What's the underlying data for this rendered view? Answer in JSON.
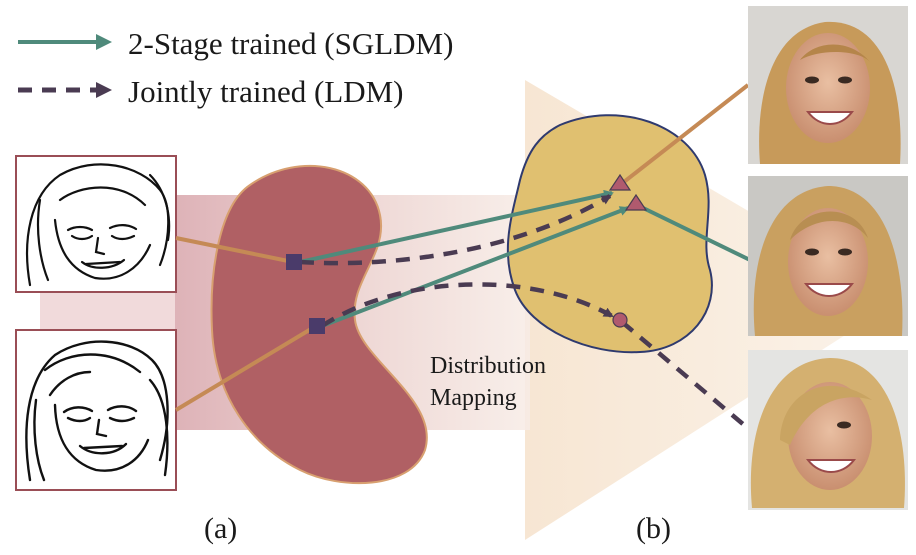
{
  "legend": {
    "items": [
      {
        "label": "2-Stage trained (SGLDM)",
        "style": "solid",
        "color": "#4f8a7b"
      },
      {
        "label": "Jointly trained (LDM)",
        "style": "dashed",
        "color": "#4a3b52"
      }
    ]
  },
  "annotation": {
    "line1": "Distribution",
    "line2": "Mapping"
  },
  "panels": {
    "a": "(a)",
    "b": "(b)"
  },
  "colors": {
    "sketch_blob": "#b06064",
    "latent_blob": "#e0c070",
    "blob_outline": "#2f3a6e",
    "sketch_link": "#c58a55",
    "sgldm_arrow": "#4f8a7b",
    "ldm_arrow": "#4a3b52",
    "point_square": "#4a3b6a",
    "point_triangle": "#b05a6e",
    "point_circle": "#b05a6e"
  },
  "images": [
    {
      "name": "sketch-image-1",
      "kind": "line-drawing of a face"
    },
    {
      "name": "sketch-image-2",
      "kind": "line-drawing of a face"
    },
    {
      "name": "face-image-1",
      "kind": "generated face photo"
    },
    {
      "name": "face-image-2",
      "kind": "generated face photo"
    },
    {
      "name": "face-image-3",
      "kind": "generated face photo"
    }
  ]
}
